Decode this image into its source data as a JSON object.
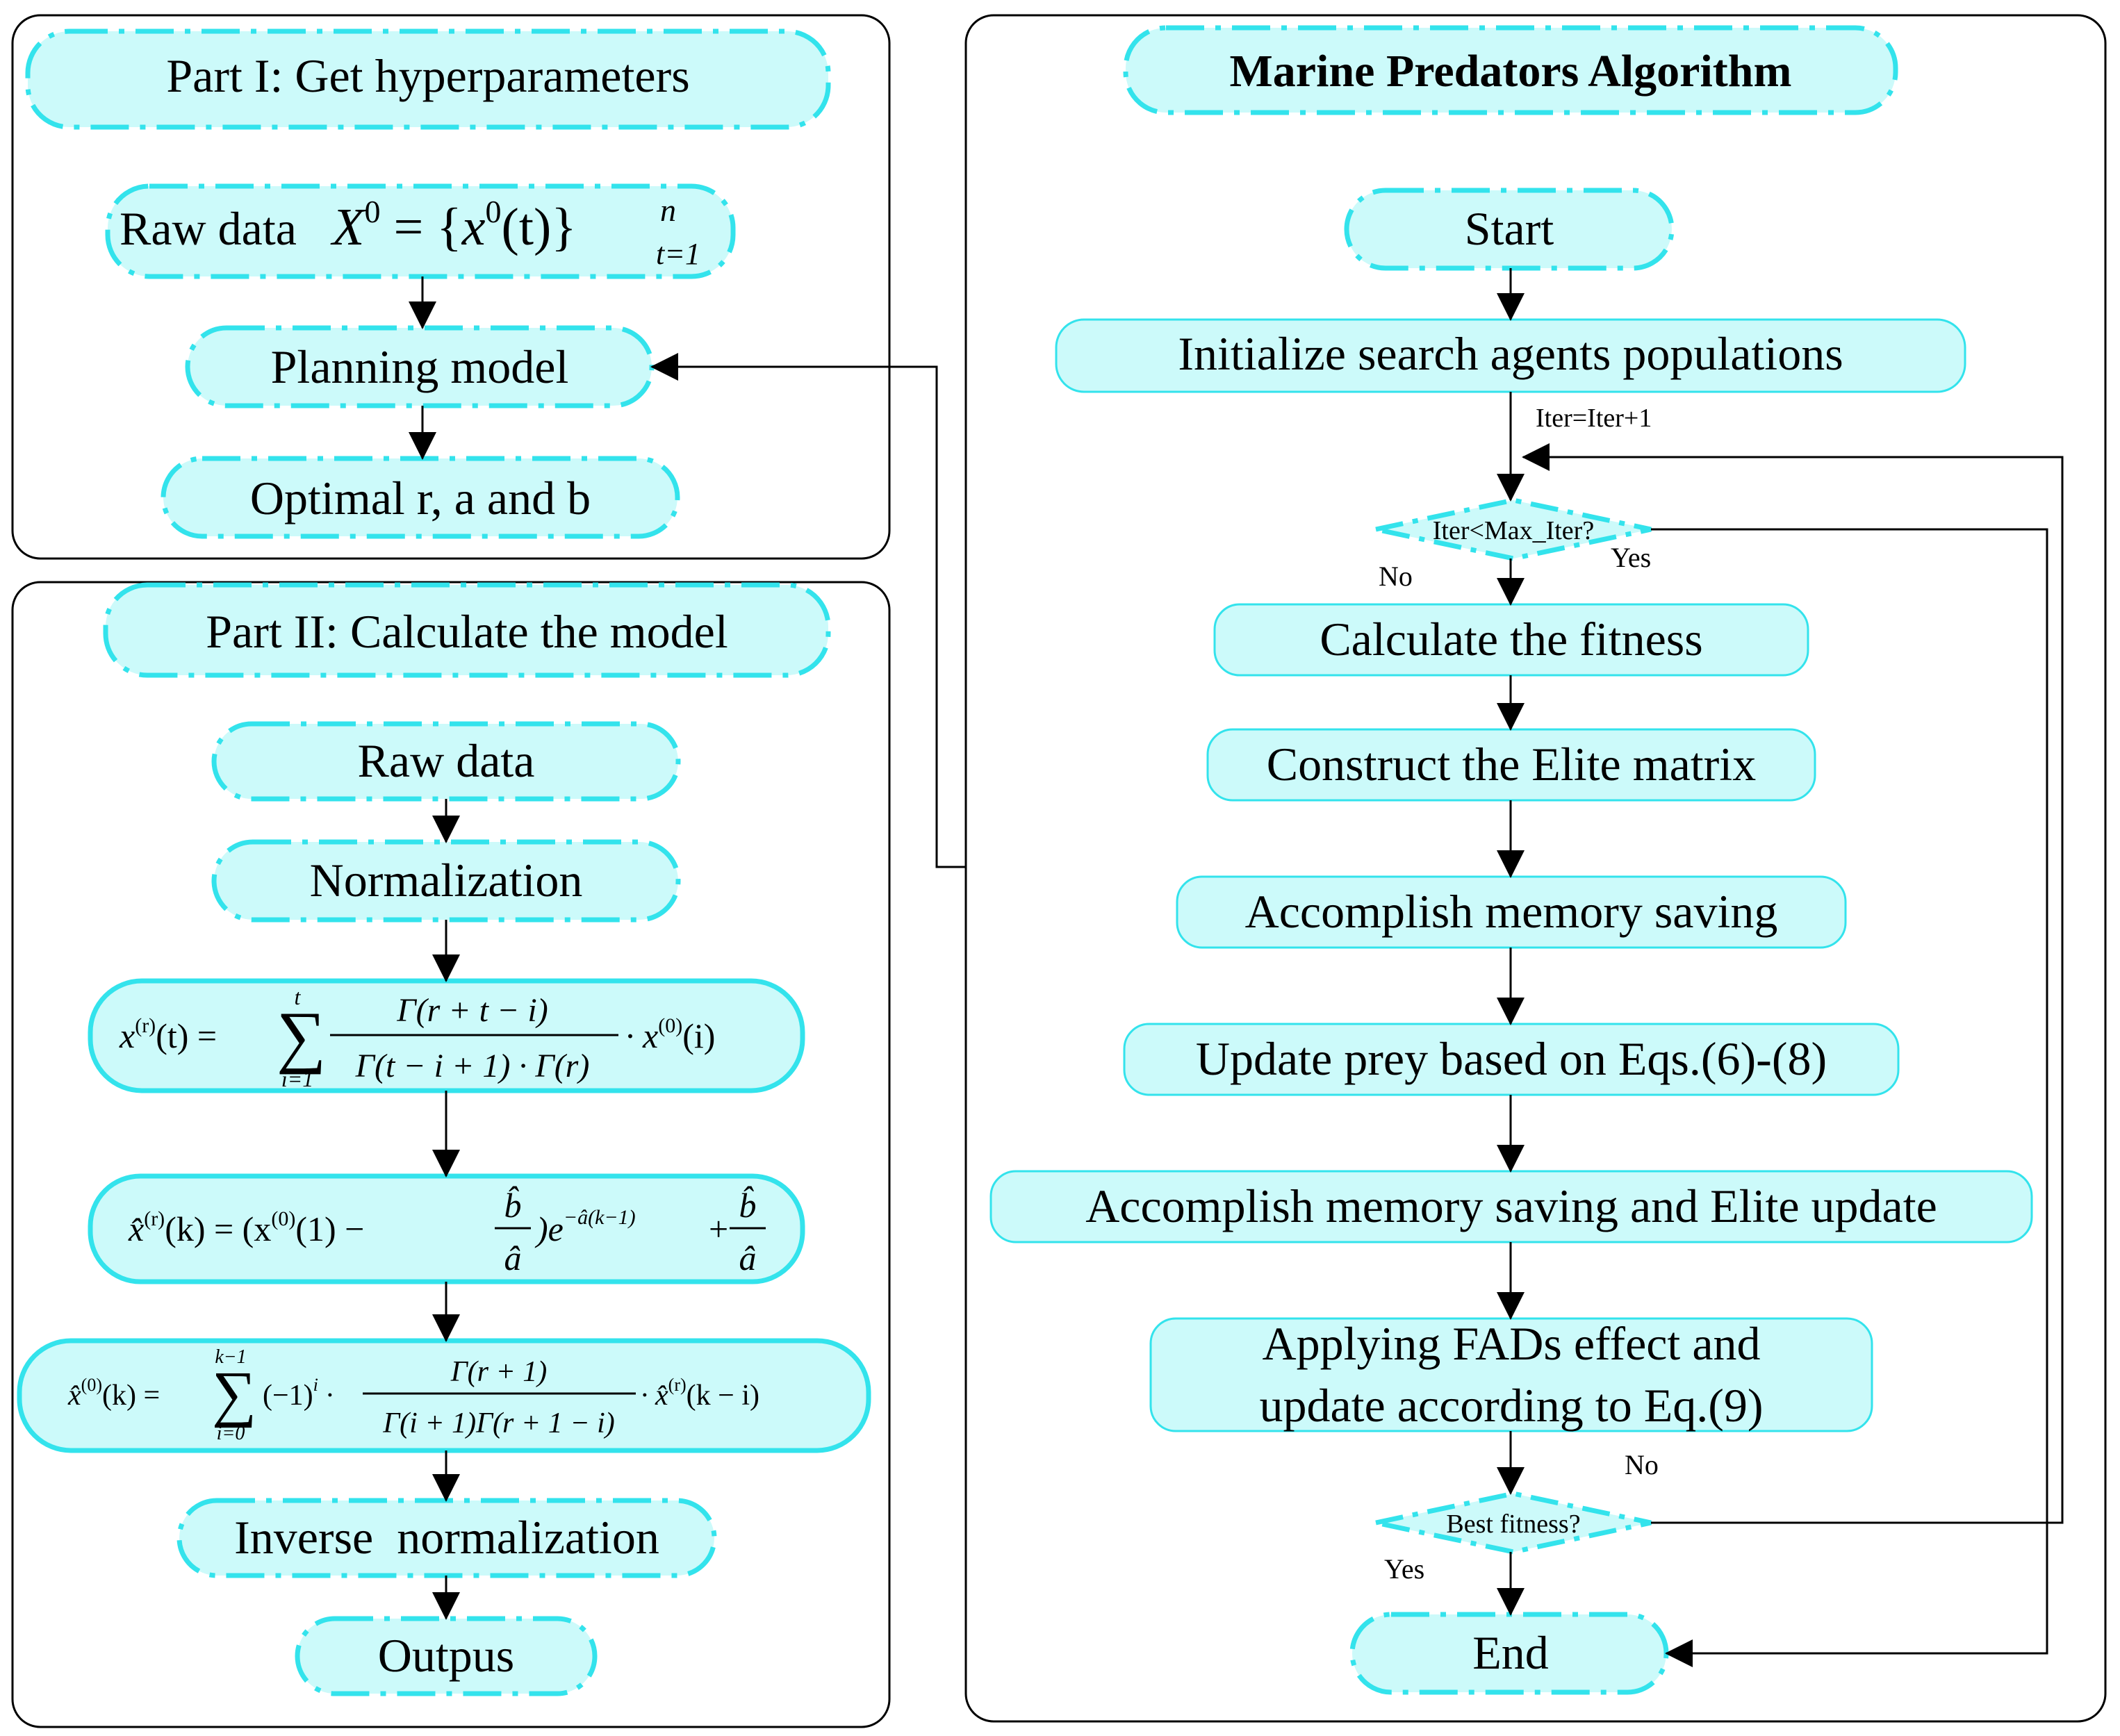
{
  "part1": {
    "title": "Part I: Get hyperparameters",
    "raw_data_label": "Raw data",
    "raw_data_formula": {
      "lhs": "X",
      "lhs_sup": "0",
      "eq": " = {",
      "x": "x",
      "x_sup": "0",
      "arg": "(t)",
      "close": "}",
      "sup_n": "n",
      "sub": "t=1"
    },
    "planning": "Planning model",
    "optimal": "Optimal r, a and b"
  },
  "part2": {
    "title": "Part II: Calculate the model",
    "raw_data": "Raw data",
    "normalization": "Normalization",
    "formula1": {
      "lhs": "x",
      "lhs_sup": "(r)",
      "lhs_arg": "(t) =",
      "sum_top": "t",
      "sum_bottom": "i=1",
      "numer": "Γ(r + t − i)",
      "denom": "Γ(t − i + 1) · Γ(r)",
      "tail": "· x",
      "tail_sup": "(0)",
      "tail_arg": "(i)"
    },
    "formula2": {
      "lhs": "x̂",
      "lhs_sup": "(r)",
      "lhs_arg": "(k) = (x",
      "mid_sup": "(0)",
      "mid": "(1) −",
      "frac_num": "b̂",
      "frac_den": "â",
      "exp_base": ")e",
      "exp": "−â(k−1)",
      "plus": "+",
      "frac2_num": "b̂",
      "frac2_den": "â"
    },
    "formula3": {
      "lhs": "x̂",
      "lhs_sup": "(0)",
      "lhs_arg": "(k) =",
      "sum_top": "k−1",
      "sum_bottom": "i=0",
      "term": "(−1)",
      "term_sup": "i",
      "dot": "·",
      "numer": "Γ(r + 1)",
      "denom": "Γ(i + 1)Γ(r + 1 − i)",
      "tail": "· x̂",
      "tail_sup": "(r)",
      "tail_arg": "(k − i)"
    },
    "inverse": "Inverse  normalization",
    "output": "Outpus"
  },
  "mpa": {
    "title": "Marine Predators Algorithm",
    "start": "Start",
    "init": "Initialize search agents populations",
    "iter_inc": "Iter=Iter+1",
    "iter_check": "Iter<Max_Iter?",
    "no1": "No",
    "yes1": "Yes",
    "fitness": "Calculate the fitness",
    "elite": "Construct the Elite matrix",
    "memory": "Accomplish memory saving",
    "update_prey": "Update prey based on Eqs.(6)-(8)",
    "memory_elite": "Accomplish memory saving and Elite update",
    "fads_line1": "Applying FADs effect and",
    "fads_line2": "update according to Eq.(9)",
    "no2": "No",
    "best": "Best fitness?",
    "yes2": "Yes",
    "end": "End"
  },
  "colors": {
    "fill": "#ccfafa",
    "border": "#33e3ec",
    "line": "#000000"
  }
}
